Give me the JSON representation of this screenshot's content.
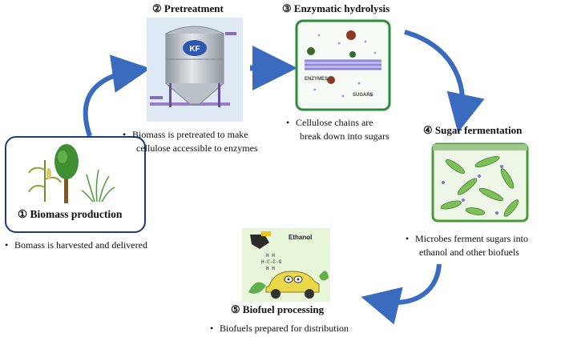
{
  "steps": [
    {
      "title": "① Biomass production",
      "bullet": "Bomass is harvested and delivered"
    },
    {
      "title": "② Pretreatment",
      "bullet": [
        "Biomass is pretreated to make",
        "cellulose accessible to enzymes"
      ]
    },
    {
      "title": "③ Enzymatic hydrolysis",
      "bullet": [
        "Cellulose chains are",
        "break down into sugars"
      ]
    },
    {
      "title": "④ Sugar fermentation",
      "bullet": [
        "Microbes ferment sugars into",
        "ethanol and other biofuels"
      ]
    },
    {
      "title": "⑤ Biofuel processing",
      "bullet": "Biofuels prepared for distribution"
    }
  ],
  "labels": {
    "enzymes": "ENZYMES",
    "sugars": "SUGARS",
    "ethanol": "Ethanol",
    "tank_logo": "KF"
  },
  "colors": {
    "arrow": "#3a6bbf",
    "box_border": "#1f3d7a",
    "enzyme_panel": "#2d8c3c",
    "fermenter": "#4a9a3a"
  }
}
